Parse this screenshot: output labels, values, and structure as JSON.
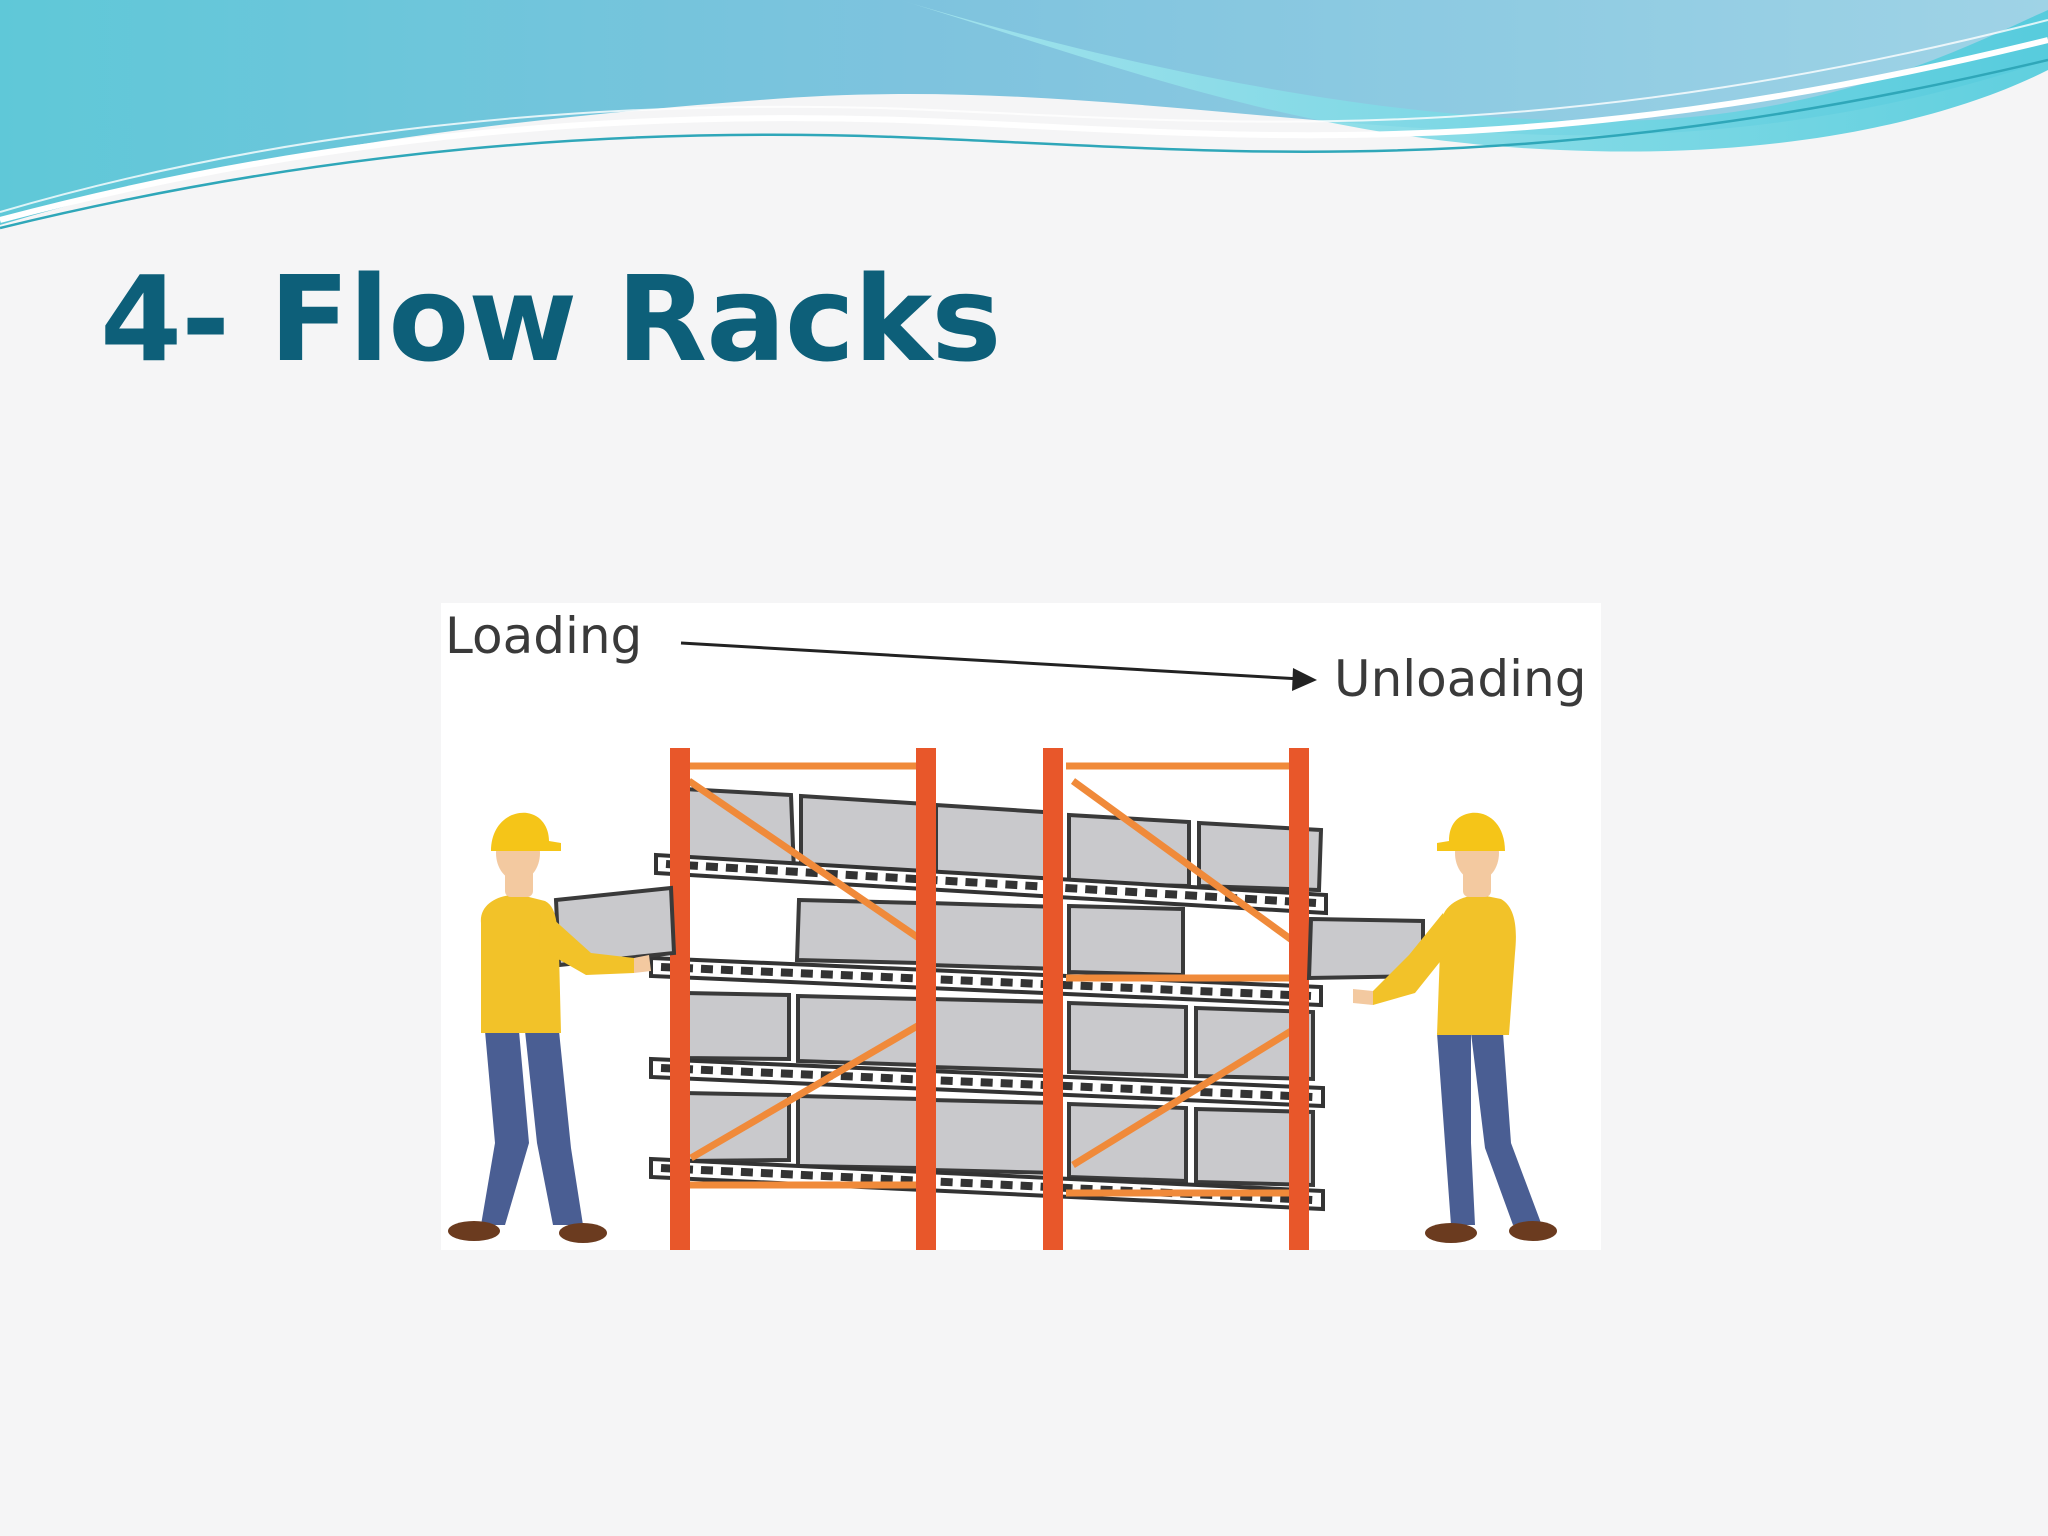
{
  "slide": {
    "title": "4- Flow Racks"
  },
  "diagram": {
    "loading_label": "Loading",
    "unloading_label": "Unloading"
  },
  "colors": {
    "title": "#0d5f79",
    "rack_frame": "#e8572a",
    "rack_brace": "#f08a3a",
    "box_fill": "#c9c9cc",
    "box_stroke": "#3a3a3a",
    "hard_hat": "#f5c518",
    "shirt": "#f2c229",
    "pants": "#4a5e93",
    "skin": "#f3c9a0",
    "shoe": "#6b3b1f"
  }
}
